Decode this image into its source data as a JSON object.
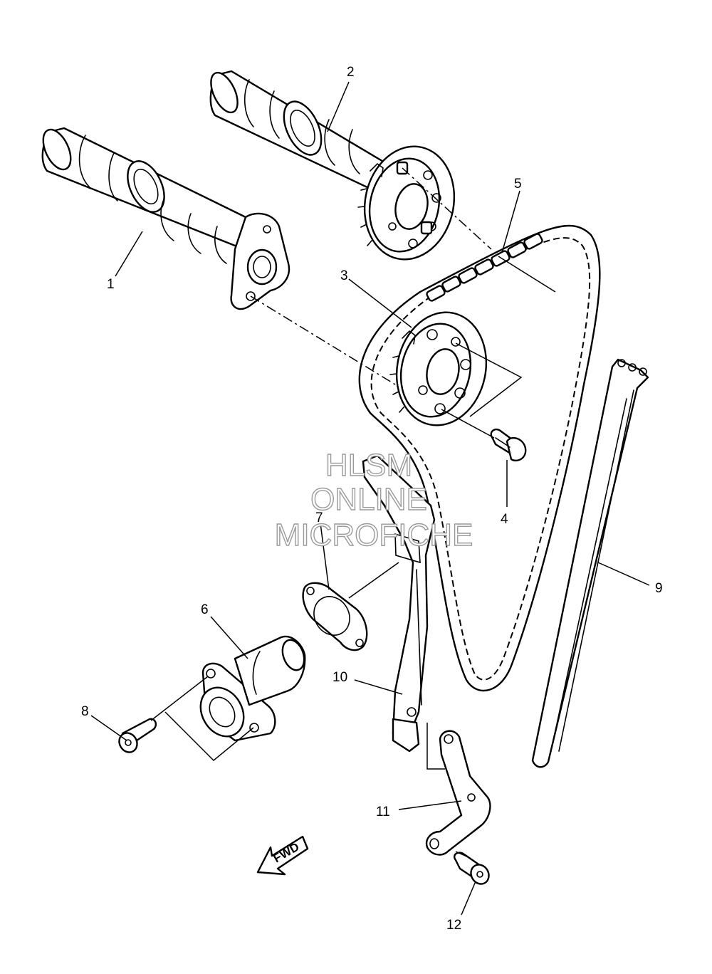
{
  "callouts": [
    "1",
    "2",
    "3",
    "4",
    "5",
    "6",
    "7",
    "8",
    "9",
    "10",
    "11",
    "12"
  ],
  "watermark": {
    "line1": "HLSM",
    "line2": "ONLINE",
    "line3": "MICROFICHE"
  },
  "direction_arrow": {
    "label": "FWD"
  }
}
